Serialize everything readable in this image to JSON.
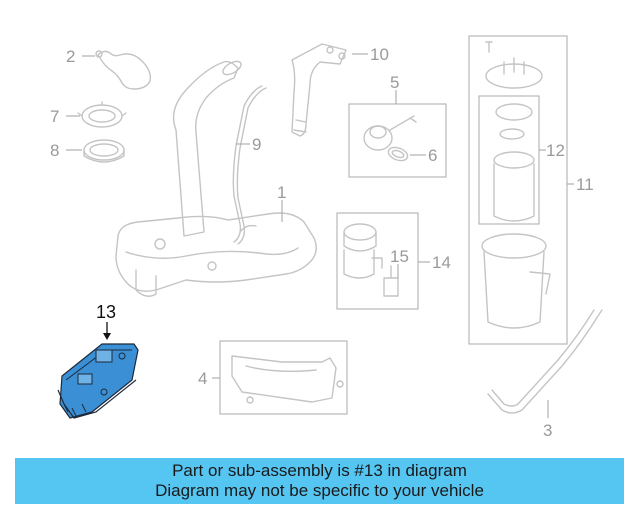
{
  "diagram": {
    "callouts": {
      "c1": "1",
      "c2": "2",
      "c3": "3",
      "c4": "4",
      "c5": "5",
      "c6": "6",
      "c7": "7",
      "c8": "8",
      "c9": "9",
      "c10": "10",
      "c11": "11",
      "c12": "12",
      "c13": "13",
      "c14": "14",
      "c15": "15"
    },
    "highlight_part": "13",
    "colors": {
      "highlight_fill": "#3b8fd4",
      "line_art": "#c4c4c4",
      "banner": "#55c5f2"
    }
  },
  "banner": {
    "line1": "Part or sub-assembly is #13 in diagram",
    "line2": "Diagram may not be specific to your vehicle"
  }
}
